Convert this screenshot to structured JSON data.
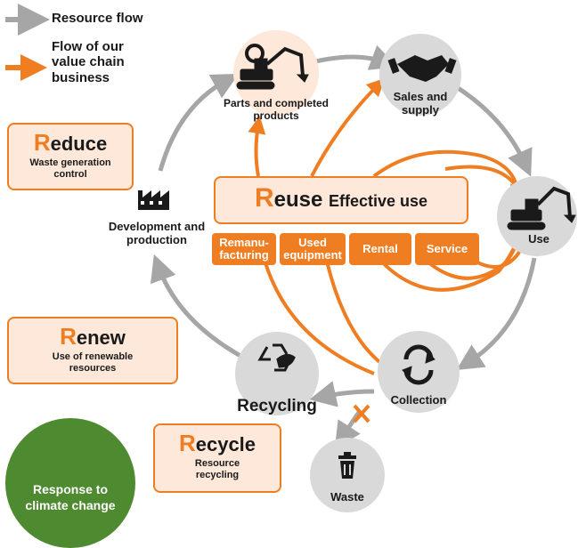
{
  "legend": {
    "resource_flow": "Resource flow",
    "value_chain_flow": "Flow of our value chain business"
  },
  "nodes": {
    "parts": "Parts and completed products",
    "sales": "Sales and supply",
    "use": "Use",
    "collection": "Collection",
    "recycling": "Recycling",
    "waste": "Waste",
    "development": "Development and production"
  },
  "reduce": {
    "initial": "R",
    "rest": "educe",
    "sub": "Waste generation control"
  },
  "reuse": {
    "initial": "R",
    "rest": "euse",
    "sub": "Effective use"
  },
  "renew": {
    "initial": "R",
    "rest": "enew",
    "sub": "Use of renewable resources"
  },
  "recycle": {
    "initial": "R",
    "rest": "ecycle",
    "sub": "Resource recycling"
  },
  "reuse_tags": [
    "Remanu-facturing",
    "Used equipment",
    "Rental",
    "Service"
  ],
  "climate": "Response to climate change",
  "colors": {
    "orange": "#ef7d22",
    "gray": "#a6a6a6",
    "green": "#4e8a2f",
    "light_orange": "#fde8d9"
  },
  "icons": [
    "excavator-icon",
    "handshake-icon",
    "factory-icon",
    "recycle-icon",
    "refresh-icon",
    "trash-icon",
    "plant-hand-icon"
  ]
}
